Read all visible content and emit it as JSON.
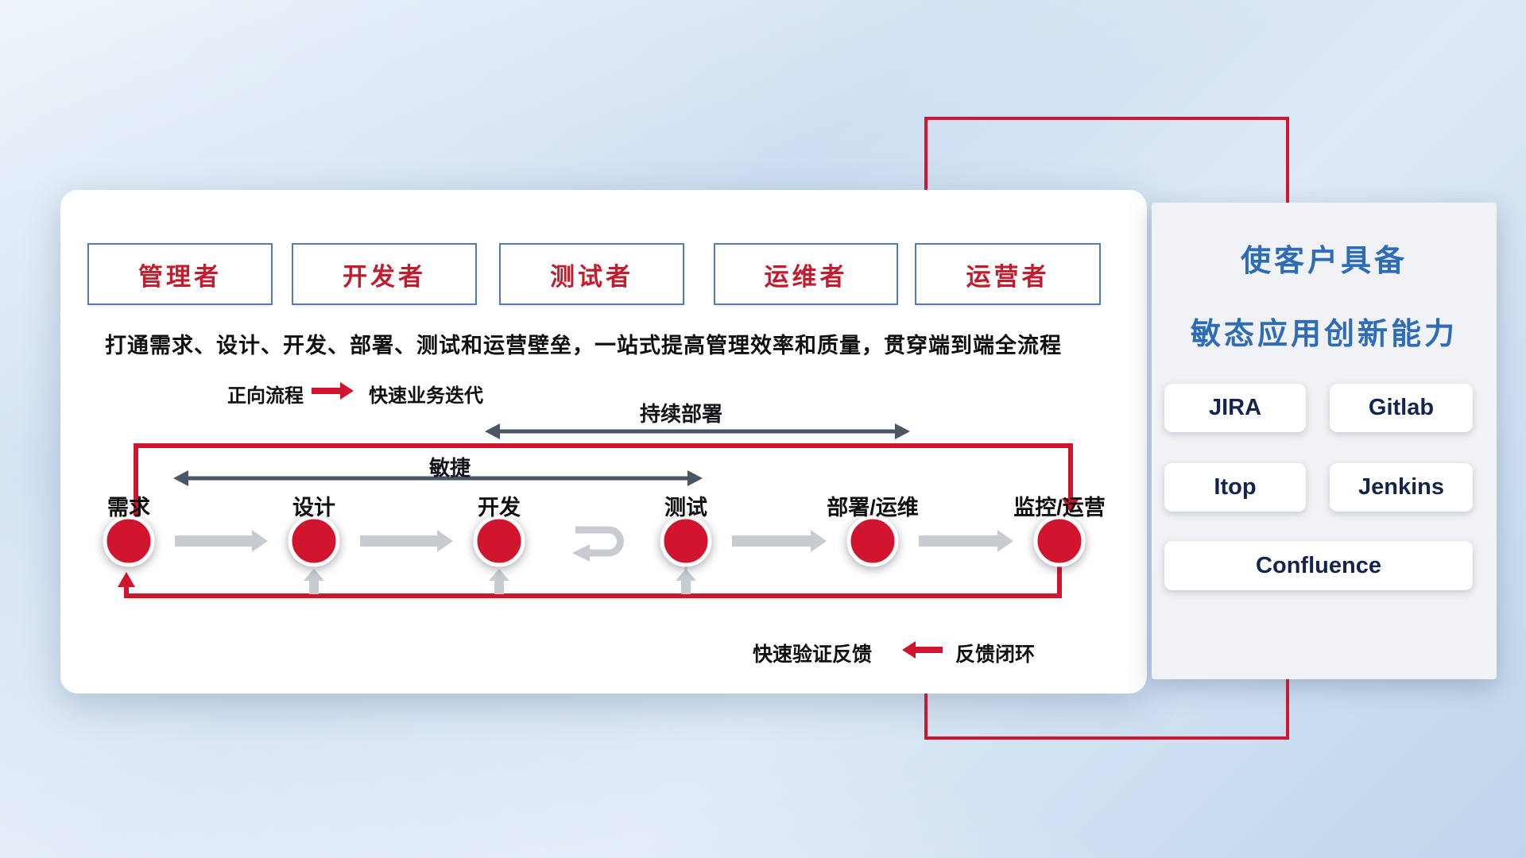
{
  "card": {
    "roles": [
      "管理者",
      "开发者",
      "测试者",
      "运维者",
      "运营者"
    ],
    "subtitle": "打通需求、设计、开发、部署、测试和运营壁垒，一站式提高管理效率和质量，贯穿端到端全流程",
    "legend_forward": {
      "label": "正向流程",
      "value": "快速业务迭代"
    },
    "legend_feedback": {
      "label": "快速验证反馈",
      "value": "反馈闭环"
    },
    "spans": {
      "agile": "敏捷",
      "continuous_deploy": "持续部署"
    },
    "nodes": [
      "需求",
      "设计",
      "开发",
      "测试",
      "部署/运维",
      "监控/运营"
    ]
  },
  "panel": {
    "title_line1": "使客户具备",
    "title_line2": "敏态应用创新能力",
    "tools": [
      "JIRA",
      "Gitlab",
      "Itop",
      "Jenkins",
      "Confluence"
    ]
  },
  "colors": {
    "accent_red": "#d2152e",
    "role_text_red": "#c01e2e",
    "role_border_blue": "#5a7aa8",
    "panel_title_blue": "#2e6cb5",
    "tool_text_navy": "#13254d",
    "flow_arrow_gray": "#c8ccd1",
    "span_arrow_slate": "#4a5664"
  }
}
